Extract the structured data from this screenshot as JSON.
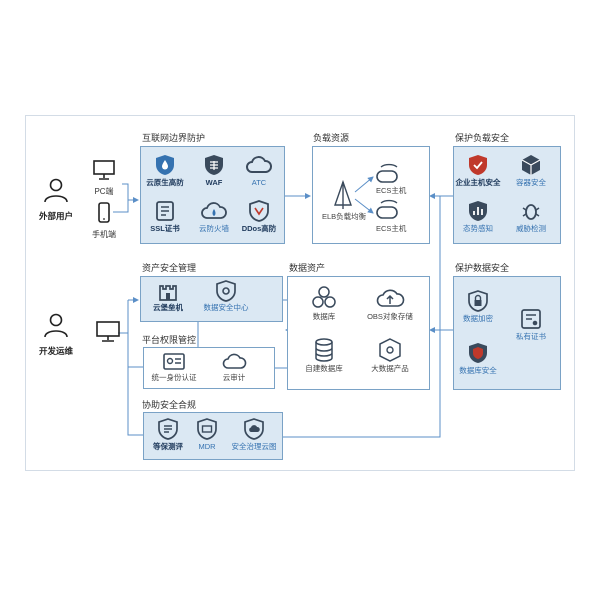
{
  "users": {
    "external": "外部用户",
    "devops": "开发运维"
  },
  "devices": {
    "pc": "PC端",
    "mobile": "手机端"
  },
  "sections": {
    "internet_boundary": {
      "title": "互联网边界防护",
      "items": [
        "云原生高防",
        "WAF",
        "ATC",
        "SSL证书",
        "云防火墙",
        "DDos高防"
      ]
    },
    "load_resources": {
      "title": "负载资源",
      "elb": "ELB负载均衡",
      "ecs1": "ECS主机",
      "ecs2": "ECS主机"
    },
    "protect_load": {
      "title": "保护负载安全",
      "items": [
        "企业主机安全",
        "容器安全",
        "态势感知",
        "威胁检测"
      ]
    },
    "asset_mgmt": {
      "title": "资产安全管理",
      "items": [
        "云堡垒机",
        "数据安全中心"
      ]
    },
    "permission": {
      "title": "平台权限管控",
      "items": [
        "统一身份认证",
        "云审计"
      ]
    },
    "data_assets": {
      "title": "数据资产",
      "items": [
        "数据库",
        "OBS对象存储",
        "自建数据库",
        "大数据产品"
      ]
    },
    "protect_data": {
      "title": "保护数据安全",
      "items": [
        "数据加密",
        "私有证书",
        "数据库安全"
      ]
    },
    "compliance": {
      "title": "协助安全合规",
      "items": [
        "等保测评",
        "MDR",
        "安全治理云图"
      ]
    }
  },
  "colors": {
    "accent": "#3572b0",
    "panel": "#dbe8f3",
    "border": "#7aa2c6",
    "dark": "#1f3a5c",
    "line": "#5b8fc7"
  }
}
